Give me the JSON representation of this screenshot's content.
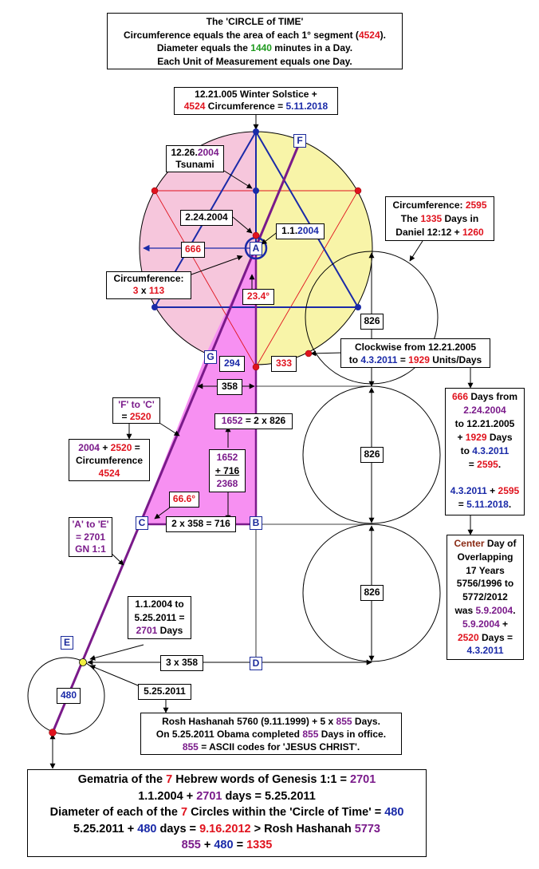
{
  "title_box": {
    "line1": "The 'CIRCLE of TIME'",
    "line2a": "Circumference equals the area of each 1° segment (",
    "line2b": "4524",
    "line2c": ").",
    "line3a": "Diameter equals the ",
    "line3b": "1440",
    "line3c": " minutes in a Day.",
    "line4": "Each Unit of Measurement equals one Day."
  },
  "solstice_box": {
    "line1": "12.21.005  Winter Solstice +",
    "line2a": "4524",
    "line2b": " Circumference = ",
    "line2c": "5.11.2018"
  },
  "tsunami_box": {
    "line1a": "12.26.",
    "line1b": "2004",
    "line2": "Tsunami"
  },
  "box_2242004": "2.24.2004",
  "box_112004": {
    "a": "1.1.",
    "b": "2004"
  },
  "box_666": "666",
  "circumference_left": {
    "line1": "Circumference:",
    "line2a": "3",
    "line2b": " x ",
    "line2c": "113"
  },
  "box_234": "23.4°",
  "box_294": "294",
  "box_333": "333",
  "box_358": "358",
  "circumference_right": {
    "line1a": "Circumference: ",
    "line1b": "2595",
    "line2a": "The ",
    "line2b": "1335",
    "line2c": " Days in",
    "line3a": "Daniel 12:12 + ",
    "line3b": "1260"
  },
  "clockwise_box": {
    "line1": "Clockwise from 12.21.2005",
    "line2a": "to ",
    "line2b": "4.3.2011",
    "line2c": " = ",
    "line2d": "1929",
    "line2e": " Units/Days"
  },
  "box_826_a": "826",
  "box_826_b": "826",
  "box_826_c": "826",
  "f_to_c": {
    "line1": "'F' to 'C'",
    "line2a": "= ",
    "line2b": "2520"
  },
  "sum_box": {
    "line1a": "2004",
    "line1b": " + ",
    "line1c": "2520",
    "line1d": " =",
    "line2": "Circumference",
    "line3": "4524"
  },
  "box_1652_2x826": {
    "a": "1652",
    "b": " = 2 x 826"
  },
  "sum_1652_box": {
    "line1": "1652",
    "line2": "+ 716",
    "line3": "2368"
  },
  "box_666deg": "66.6°",
  "box_2x358": "2 x 358 = 716",
  "a_to_e": {
    "line1": "'A' to 'E'",
    "line2": "= 2701",
    "line3": "GN 1:1"
  },
  "days_box": {
    "line1": "1.1.2004 to",
    "line2": "5.25.2011 =",
    "line3a": "2701",
    "line3b": " Days"
  },
  "box_3x358": "3 x 358",
  "box_480": "480",
  "box_5252011": "5.25.2011",
  "right_column": {
    "l1a": "666",
    "l1b": " Days from",
    "l2": "2.24.2004",
    "l3": "to 12.21.2005",
    "l4a": "+ ",
    "l4b": "1929",
    "l4c": " Days",
    "l5a": "to ",
    "l5b": "4.3.2011",
    "l6a": "= ",
    "l6b": "2595",
    "l6c": ".",
    "l7a": "4.3.2011",
    "l7b": " + ",
    "l7c": "2595",
    "l8a": "= ",
    "l8b": "5.11.2018",
    "l8c": "."
  },
  "center_day_box": {
    "l1a": "Center",
    "l1b": " Day of",
    "l2": "Overlapping",
    "l3": "17 Years",
    "l4": "5756/1996 to",
    "l5": "5772/2012",
    "l6a": "was ",
    "l6b": "5.9.2004",
    "l6c": ".",
    "l7a": "5.9.2004",
    "l7b": " +",
    "l8a": "2520",
    "l8b": " Days =",
    "l9": "4.3.2011"
  },
  "rosh_box": {
    "line1a": "Rosh Hashanah 5760 (9.11.1999) + 5 x ",
    "line1b": "855",
    "line1c": " Days.",
    "line2a": "On 5.25.2011 Obama completed ",
    "line2b": "855",
    "line2c": " Days in office.",
    "line3a": "855",
    "line3b": " = ASCII codes for 'JESUS CHRIST'."
  },
  "bottom_box": {
    "l1a": "Gematria of the ",
    "l1b": "7",
    "l1c": " Hebrew words of Genesis 1:1 = ",
    "l1d": "2701",
    "l2a": "1.1.2004 + ",
    "l2b": "2701",
    "l2c": " days = 5.25.2011",
    "l3a": "Diameter of each of the ",
    "l3b": "7",
    "l3c": " Circles within the 'Circle of Time' = ",
    "l3d": "480",
    "l4a": "5.25.2011 + ",
    "l4b": "480",
    "l4c": " days = ",
    "l4d": "9.16.2012",
    "l4e": " > Rosh Hashanah ",
    "l4f": "5773",
    "l5a": "855",
    "l5b": " + ",
    "l5c": "480",
    "l5d": " = ",
    "l5e": "1335"
  },
  "points": {
    "A": "A",
    "B": "B",
    "C": "C",
    "D": "D",
    "E": "E",
    "F": "F",
    "G": "G"
  },
  "colors": {
    "red": "#e0131e",
    "blue": "#1a2aa8",
    "purple": "#7a1a8a",
    "green": "#1f9a1f",
    "pink_fill": "#f6c6dc",
    "yellow_fill": "#f8f4a8",
    "magenta_fill": "#f790f2"
  }
}
